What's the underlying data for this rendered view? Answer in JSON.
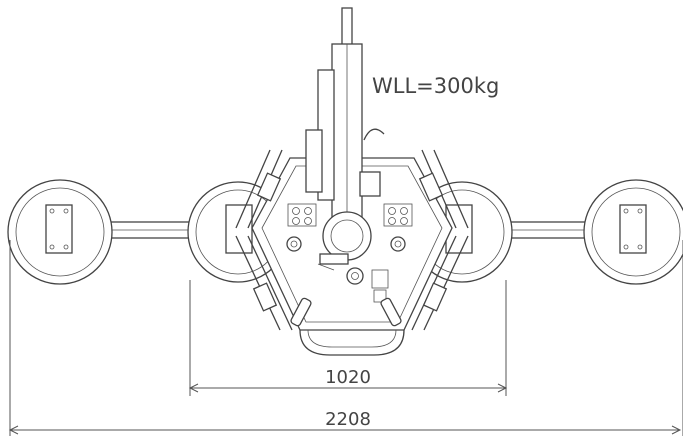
{
  "labels": {
    "wll": "WLL=300kg",
    "dim_inner": "1020",
    "dim_outer": "2208"
  },
  "colors": {
    "line": "#444444",
    "background": "#ffffff"
  }
}
